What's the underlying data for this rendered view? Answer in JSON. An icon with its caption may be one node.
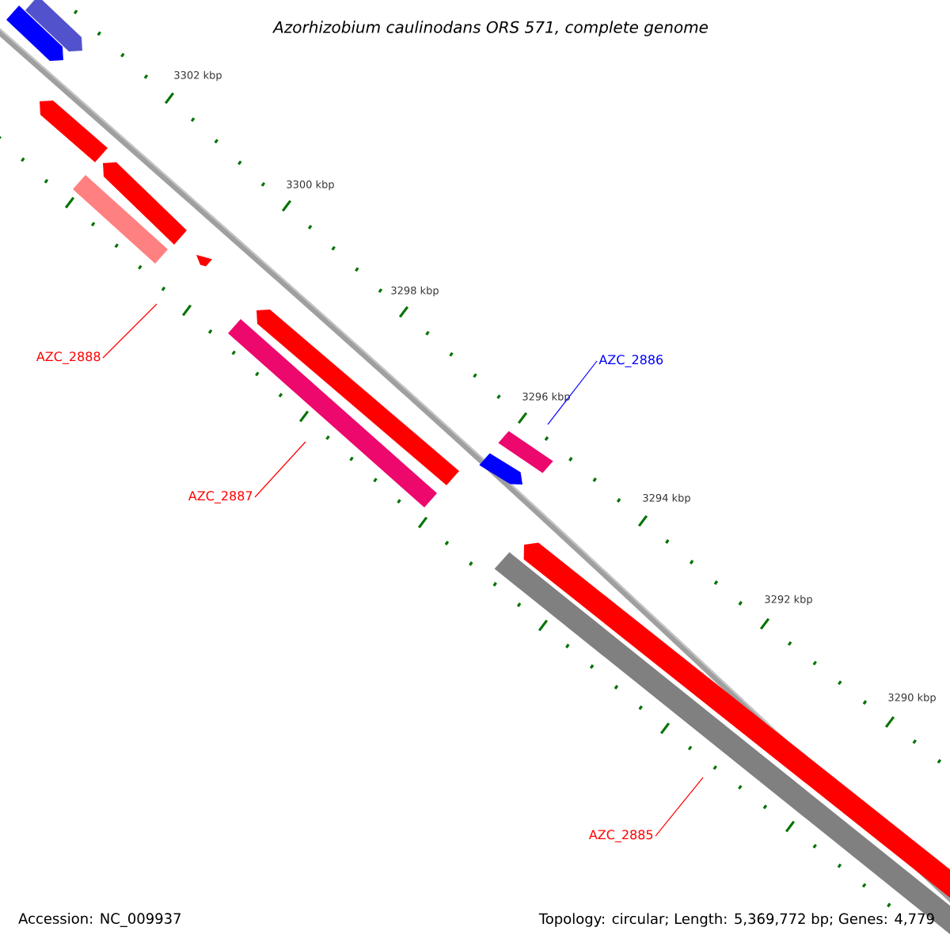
{
  "diagram": {
    "title": "Azorhizobium caulinodans ORS 571, complete genome",
    "nodes": [
      {
        "text": [
          "AZC_2888"
        ]
      },
      {
        "text": [
          "AZC_2887"
        ]
      },
      {
        "text": [
          "AZC_2886"
        ]
      },
      {
        "text": [
          "AZC_2885"
        ]
      }
    ],
    "edges": [
      {
        "from": 0,
        "to": null,
        "arrow": "none"
      },
      {
        "from": 1,
        "to": null,
        "arrow": "none"
      },
      {
        "from": 2,
        "to": null,
        "arrow": "none",
        "color": "#0000ff"
      },
      {
        "from": 3,
        "to": null,
        "arrow": "none"
      }
    ],
    "labels": [
      "3302 kbp",
      "3300 kbp",
      "3298 kbp",
      "3296 kbp",
      "3294 kbp",
      "3292 kbp",
      "3290 kbp",
      "Accession: NC_009937",
      "Topology: circular; Length: 5,369,772 bp; Genes: 4,779"
    ]
  }
}
